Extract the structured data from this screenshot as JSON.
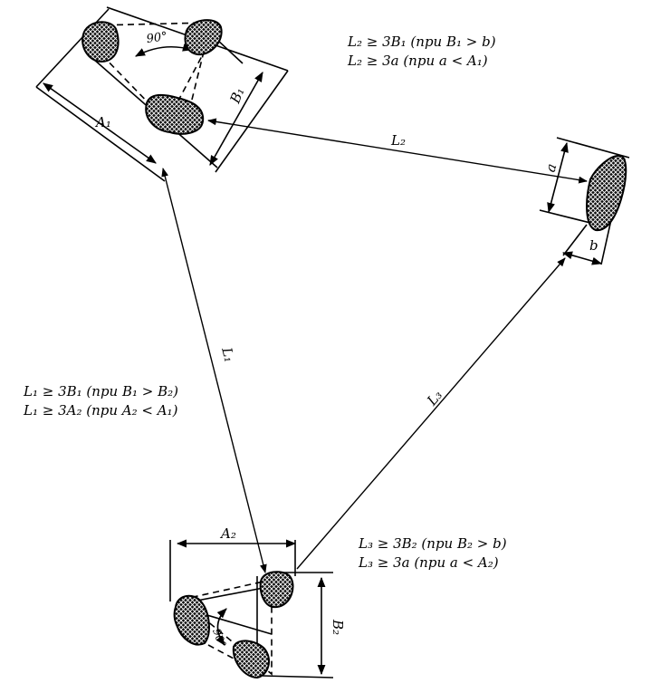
{
  "labels": {
    "angle_top": "90°",
    "dim_a1": "A₁",
    "dim_b1": "B₁",
    "dim_a": "a",
    "dim_b": "b",
    "dist_l1": "L₁",
    "dist_l2": "L₂",
    "dist_l3": "L₃",
    "dim_a2": "A₂",
    "dim_b2": "B₂",
    "angle_bottom": "90°"
  },
  "formulas": {
    "l2": [
      "L₂ ≥ 3B₁ (при B₁ > b)",
      "L₂ ≥ 3a (при a < A₁)"
    ],
    "l1": [
      "L₁ ≥ 3B₁ (при B₁ > B₂)",
      "L₁ ≥ 3A₂ (при A₂ < A₁)"
    ],
    "l3": [
      "L₃ ≥ 3B₂ (при B₂ > b)",
      "L₃ ≥ 3a (при a < A₂)"
    ]
  },
  "colors": {
    "ink": "#000000",
    "paper": "#ffffff"
  }
}
